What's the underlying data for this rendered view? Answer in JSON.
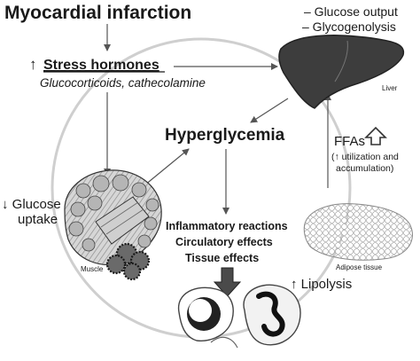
{
  "title": "Myocardial infarction",
  "stress": {
    "arrow": "↑",
    "heading": "Stress hormones",
    "subtitle": "Glucocorticoids, cathecolamine"
  },
  "liver": {
    "effect_1": "– Glucose output",
    "effect_2": "– Glycogenolysis",
    "label": "Liver"
  },
  "center": {
    "heading": "Hyperglycemia"
  },
  "ffas": {
    "label": "FFAs",
    "note_1": "(↑ utilization and",
    "note_2": "accumulation)"
  },
  "muscle": {
    "effect_1": "↓ Glucose",
    "effect_2": "uptake",
    "label": "Muscle"
  },
  "effects": {
    "line_1": "Inflammatory reactions",
    "line_2": "Circulatory effects",
    "line_3": "Tissue effects"
  },
  "adipose": {
    "label": "Adipose tissue",
    "effect": "↑ Lipolysis"
  },
  "colors": {
    "ink": "#1a1a1a",
    "circle": "#c8c8c8",
    "organ_dark": "#3d3d3d",
    "arrow": "#555555"
  }
}
